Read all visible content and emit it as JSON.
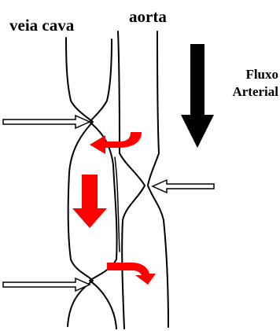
{
  "labels": {
    "veia_cava": "veia cava",
    "aorta": "aorta",
    "fluxo_line1": "Fluxo",
    "fluxo_line2": "Arterial"
  },
  "colors": {
    "flow_arrow": "#ff0000",
    "arterial_arrow": "#000000",
    "outline": "#000000",
    "pointer_fill": "#ffffff"
  }
}
